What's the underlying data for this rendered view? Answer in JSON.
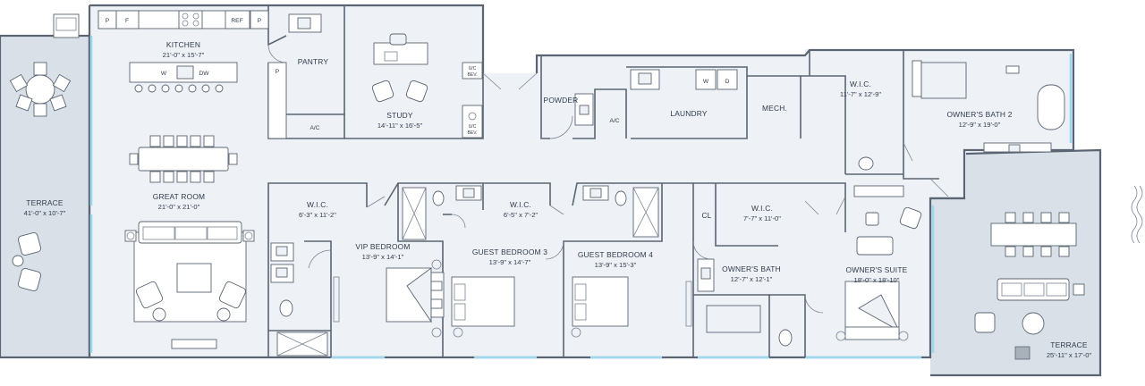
{
  "rooms": {
    "terrace_left": {
      "name": "TERRACE",
      "dim": "41'-0\" x 10'-7\""
    },
    "kitchen": {
      "name": "KITCHEN",
      "dim": "21'-0\" x 15'-7\""
    },
    "pantry": {
      "name": "PANTRY"
    },
    "study": {
      "name": "STUDY",
      "dim": "14'-11\" x 16'-5\""
    },
    "great_room": {
      "name": "GREAT ROOM",
      "dim": "21'-0\" x 21'-0\""
    },
    "wic_vip": {
      "name": "W.I.C.",
      "dim": "6'-3\" x 11'-2\""
    },
    "vip_bedroom": {
      "name": "VIP BEDROOM",
      "dim": "13'-9\" x 14'-1\""
    },
    "wic_guest3": {
      "name": "W.I.C.",
      "dim": "6'-5\" x 7'-2\""
    },
    "guest_bedroom_3": {
      "name": "GUEST BEDROOM 3",
      "dim": "13'-9\" x 14'-7\""
    },
    "powder": {
      "name": "POWDER"
    },
    "laundry": {
      "name": "LAUNDRY"
    },
    "mech": {
      "name": "MECH."
    },
    "guest_bedroom_4": {
      "name": "GUEST BEDROOM 4",
      "dim": "13'-9\" x 15'-3\""
    },
    "cl": {
      "name": "CL"
    },
    "wic_owner_bath": {
      "name": "W.I.C.",
      "dim": "7'-7\" x 11'-0\""
    },
    "owners_bath": {
      "name": "OWNER'S BATH",
      "dim": "12'-7\" x 12'-1\""
    },
    "wic_owner": {
      "name": "W.I.C.",
      "dim": "11'-7\" x 12'-9\""
    },
    "owners_bath_2": {
      "name": "OWNER'S BATH 2",
      "dim": "12'-9\" x 19'-0\""
    },
    "owners_suite": {
      "name": "OWNER'S SUITE",
      "dim": "18'-0\" x 18'-10\""
    },
    "terrace_right": {
      "name": "TERRACE",
      "dim": "25'-11\" x 17'-0\""
    }
  },
  "fixtures": {
    "p": "P",
    "f": "F",
    "ref": "REF",
    "w": "W",
    "dw": "DW",
    "d": "D",
    "ac": "A/C",
    "uc_bev": "U/C",
    "bev": "BEV."
  },
  "colors": {
    "floor": "#eef2f7",
    "terrace": "#d9e0e8",
    "wall": "#5a6472",
    "glass": "#9fd9ef"
  }
}
